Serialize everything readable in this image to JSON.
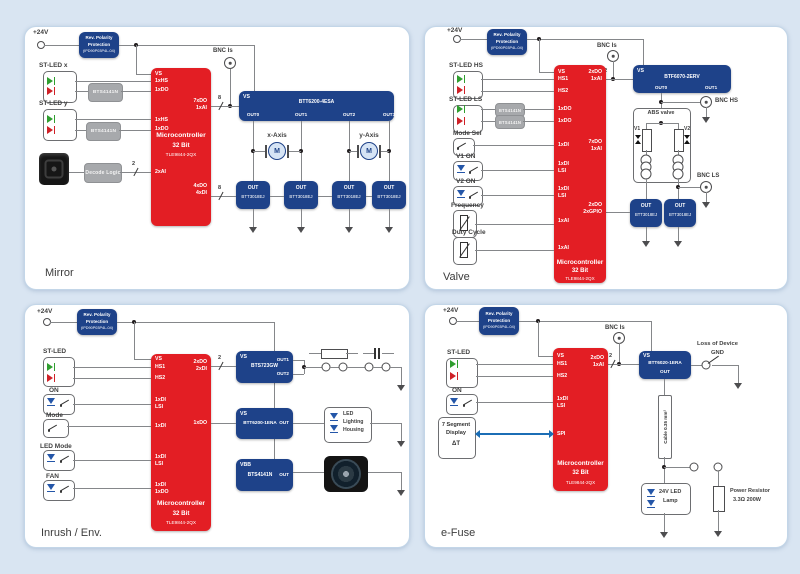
{
  "colors": {
    "red": "#e31e24",
    "navy": "#1e4289",
    "gray": "#a7a9ac",
    "background": "#d9e5f2",
    "wire": "#85878a",
    "blue_arrow": "#1b6db5",
    "led_green": "#2f9e2f",
    "led_red": "#cf2027"
  },
  "shared": {
    "supply": "+24V",
    "polarity_l1": "Rev. Polarity",
    "polarity_l2": "Protection",
    "polarity_l3": "(IPD90P03P4L-04)",
    "mcu_name": "Microcontroller",
    "mcu_bits": "32 Bit",
    "mcu_part": "TLE9844-2QX",
    "out": "OUT",
    "out_part": "BTT3018EJ",
    "b0ts4141n": "",
    "bts4141n": "BTS4141N",
    "bnc_is": "BNC Is",
    "vs": "VS",
    "vbb": "VBB",
    "motor": "M",
    "bus2": "2",
    "bus8": "8"
  },
  "mirror": {
    "title": "Mirror",
    "st_led_x": "ST-LED x",
    "st_led_y": "ST-LED y",
    "decode_logic": "Decode Logic",
    "pins_left": [
      "VS",
      "1xHS",
      "1xDO",
      "1xHS",
      "1xDO",
      "2xAI"
    ],
    "pins_right": [
      "7xDO",
      "1xAI",
      "4xDO",
      "4xDI"
    ],
    "driver_part": "BTT6200-4ESA",
    "driver_outs": [
      "OUT0",
      "OUT1",
      "OUT2",
      "OUT3"
    ],
    "axis_x": "x-Axis",
    "axis_y": "y-Axis"
  },
  "valve": {
    "title": "Valve",
    "inputs": [
      "ST-LED HS",
      "ST-LED LS",
      "Mode Sel",
      "V1 ON",
      "V2 ON",
      "Frequency",
      "Duty Cycle"
    ],
    "pins_left": [
      [
        "VS"
      ],
      [
        "HS1"
      ],
      [
        "HS2"
      ],
      [
        "1xDO"
      ],
      [
        "1xDO"
      ],
      [
        "1xDI"
      ],
      [
        "1xDI",
        "LSI"
      ],
      [
        "1xDI",
        "LSI"
      ],
      [
        "1xAI"
      ],
      [
        "1xAI"
      ]
    ],
    "pins_right": [
      [
        "2xDO",
        "1xAI"
      ],
      [
        "7xDO",
        "1xAI"
      ],
      [
        "2xDO",
        "2xGPIO"
      ]
    ],
    "driver_part": "BTF6070-2ERV",
    "driver_outs": [
      "OUT0",
      "OUT1"
    ],
    "abs_title": "ABS valve",
    "v1": "V1",
    "v2": "V2",
    "bnc_hs": "BNC HS",
    "bnc_ls": "BNC LS"
  },
  "inrush": {
    "title": "Inrush / Env.",
    "inputs": [
      "ST-LED",
      "ON",
      "Mode",
      "LED Mode",
      "FAN"
    ],
    "pins_left": [
      [
        "VS"
      ],
      [
        "HS1"
      ],
      [
        "HS2"
      ],
      [
        "1xDI",
        "LSI"
      ],
      [
        "1xDI"
      ],
      [
        "1xDI",
        "LSI"
      ],
      [
        "1xDI",
        "1xDO"
      ]
    ],
    "pins_right": [
      [
        "2xDO",
        "2xDI"
      ],
      [
        "1xDO"
      ]
    ],
    "bts723_part": "BTS723GW",
    "bts723_outs": [
      "OUT1",
      "OUT2"
    ],
    "btt6200_part": "BTT6200-1ENA",
    "housing": [
      "LED",
      "Lighting",
      "Housing"
    ]
  },
  "efuse": {
    "title": "e-Fuse",
    "inputs": [
      "ST-LED",
      "ON"
    ],
    "display": [
      "7 Segment",
      "Display",
      "ΔT"
    ],
    "pins_left": [
      [
        "VS"
      ],
      [
        "HS1"
      ],
      [
        "HS2"
      ],
      [
        "1xDI",
        "LSI"
      ],
      [
        "SPI"
      ]
    ],
    "pins_right": [
      [
        "2xDO",
        "1xAI"
      ]
    ],
    "driver_part": "BTT6020-1ERA",
    "loss_l1": "Loss of Device",
    "loss_l2": "GND",
    "cable": "Cable 0.35 mm²",
    "lamp": [
      "24V LED",
      "Lamp"
    ],
    "resistor": [
      "Power Resistor",
      "3.3Ω 200W"
    ]
  }
}
